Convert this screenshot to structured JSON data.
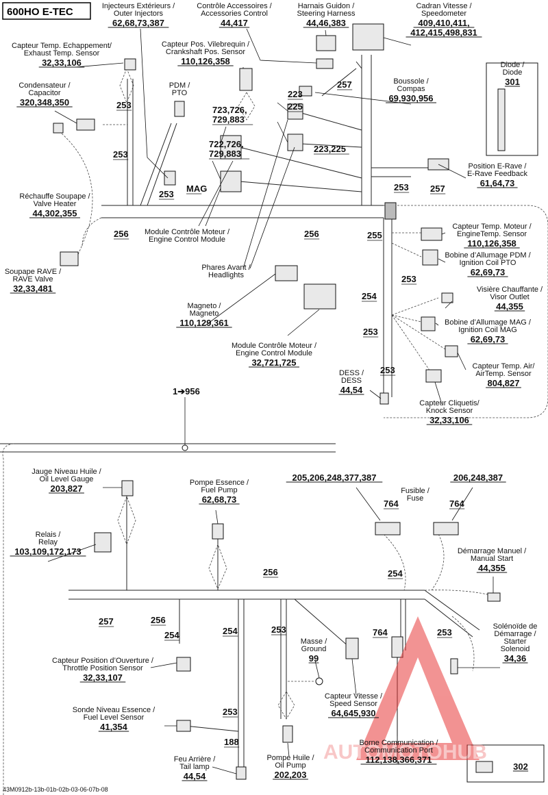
{
  "title": "600HO E-TEC",
  "footer_code": "43M0912b-13b-01b-02b-03-06-07b-08",
  "watermark": {
    "text": "AUTOMOTOHUB",
    "color": "#e83a3a"
  },
  "split_ref": "1➔956",
  "components": [
    {
      "id": "inj",
      "label": "Injecteurs Extérieurs /\nOuter Injectors",
      "refs": "62,68,73,387"
    },
    {
      "id": "acc",
      "label": "Contrôle Accessoires /\nAccessories Control",
      "refs": "44,417"
    },
    {
      "id": "steer",
      "label": "Harnais Guidon /\nSteering Harness",
      "refs": "44,46,383"
    },
    {
      "id": "speedo",
      "label": "Cadran Vitesse /\nSpeedometer",
      "refs": "409,410,411,\n412,415,498,831"
    },
    {
      "id": "exh",
      "label": "Capteur Temp. Echappement/\nExhaust Temp. Sensor",
      "refs": "32,33,106"
    },
    {
      "id": "crank",
      "label": "Capteur Pos. Vilebrequin /\nCrankshaft Pos. Sensor",
      "refs": "110,126,358"
    },
    {
      "id": "compass",
      "label": "Boussole /\nCompas",
      "refs": "69,930,956"
    },
    {
      "id": "diode",
      "label": "Diode /\nDiode",
      "refs": "301"
    },
    {
      "id": "cap",
      "label": "Condensateur /\nCapacitor",
      "refs": "320,348,350"
    },
    {
      "id": "pdm",
      "label": "PDM /\nPTO",
      "refs": ""
    },
    {
      "id": "rave_fb",
      "label": "Position E-Rave /\nE-Rave Feedback",
      "refs": "61,64,73"
    },
    {
      "id": "valve_heat",
      "label": "Réchauffe Soupape /\nValve Heater",
      "refs": "44,302,355"
    },
    {
      "id": "ecm1",
      "label": "Module Contrôle Moteur /\nEngine Control Module",
      "refs": ""
    },
    {
      "id": "eng_temp",
      "label": "Capteur Temp. Moteur /\nEngineTemp. Sensor",
      "refs": "110,126,358"
    },
    {
      "id": "coil_pto",
      "label": "Bobine d’Allumage PDM /\nIgnition Coil PTO",
      "refs": "62,69,73"
    },
    {
      "id": "rave",
      "label": "Soupape RAVE /\nRAVE Valve",
      "refs": "32,33,481"
    },
    {
      "id": "headlights",
      "label": "Phares Avant /\nHeadlights",
      "refs": ""
    },
    {
      "id": "visor",
      "label": "Visière Chauffante /\nVisor Outlet",
      "refs": "44,355"
    },
    {
      "id": "magneto",
      "label": "Magneto /\nMagneto",
      "refs": "110,129,361"
    },
    {
      "id": "coil_mag",
      "label": "Bobine d’Allumage MAG /\nIgnition Coil MAG",
      "refs": "62,69,73"
    },
    {
      "id": "ecm2",
      "label": "Module Contrôle Moteur /\nEngine Control Module",
      "refs": "32,721,725"
    },
    {
      "id": "air",
      "label": "Capteur Temp. Air/\nAirTemp. Sensor",
      "refs": "804,827"
    },
    {
      "id": "dess",
      "label": "DESS /\nDESS",
      "refs": "44,54"
    },
    {
      "id": "knock",
      "label": "Capteur Cliquetis/\nKnock Sensor",
      "refs": "32,33,106"
    },
    {
      "id": "oil_gauge",
      "label": "Jauge Niveau Huile /\nOil Level Gauge",
      "refs": "203,827"
    },
    {
      "id": "fuel_pump",
      "label": "Pompe Essence /\nFuel Pump",
      "refs": "62,68,73"
    },
    {
      "id": "fuse_l",
      "label": "",
      "refs": "205,206,248,377,387"
    },
    {
      "id": "fuse",
      "label": "Fusible /\nFuse",
      "refs": ""
    },
    {
      "id": "fuse_r",
      "label": "",
      "refs": "206,248,387"
    },
    {
      "id": "relay",
      "label": "Relais /\nRelay",
      "refs": "103,109,172,173"
    },
    {
      "id": "manual",
      "label": "Démarrage Manuel /\nManual Start",
      "refs": "44,355"
    },
    {
      "id": "tps",
      "label": "Capteur Position d’Ouverture /\nThrottle Position Sensor",
      "refs": "32,33,107"
    },
    {
      "id": "ground",
      "label": "Masse /\nGround",
      "refs": "99"
    },
    {
      "id": "starter",
      "label": "Solénoïde de\nDémarrage /\nStarter\nSolenoid",
      "refs": "34,36"
    },
    {
      "id": "fuel_level",
      "label": "Sonde Niveau Essence /\nFuel Level Sensor",
      "refs": "41,354"
    },
    {
      "id": "speed_sensor",
      "label": "Capteur Vitesse /\nSpeed Sensor",
      "refs": "64,645,930"
    },
    {
      "id": "tail",
      "label": "Feu Arrière /\nTail lamp",
      "refs": "44,54"
    },
    {
      "id": "oil_pump",
      "label": "Pompe Huile /\nOil Pump",
      "refs": "202,203"
    },
    {
      "id": "comm",
      "label": "Borne Communication /\nCommunication Port",
      "refs": "112,138,366,371"
    },
    {
      "id": "box302",
      "label": "",
      "refs": "302"
    }
  ],
  "harness_tags": [
    {
      "id": "t253a",
      "text": "253"
    },
    {
      "id": "t253b",
      "text": "253"
    },
    {
      "id": "t253c",
      "text": "253"
    },
    {
      "id": "t257a",
      "text": "257"
    },
    {
      "id": "t223",
      "text": "223"
    },
    {
      "id": "t225",
      "text": "225"
    },
    {
      "id": "t723",
      "text": "723,726,\n729,883"
    },
    {
      "id": "t722",
      "text": "722,726,\n729,883"
    },
    {
      "id": "t223b",
      "text": "223,225"
    },
    {
      "id": "tmag",
      "text": "MAG"
    },
    {
      "id": "t253d",
      "text": "253"
    },
    {
      "id": "t257b",
      "text": "257"
    },
    {
      "id": "t256a",
      "text": "256"
    },
    {
      "id": "t256b",
      "text": "256"
    },
    {
      "id": "t255",
      "text": "255"
    },
    {
      "id": "t253e",
      "text": "253"
    },
    {
      "id": "t254a",
      "text": "254"
    },
    {
      "id": "t253f",
      "text": "253"
    },
    {
      "id": "t253g",
      "text": "253"
    },
    {
      "id": "t764a",
      "text": "764"
    },
    {
      "id": "t764b",
      "text": "764"
    },
    {
      "id": "t256c",
      "text": "256"
    },
    {
      "id": "t254b",
      "text": "254"
    },
    {
      "id": "t257c",
      "text": "257"
    },
    {
      "id": "t256d",
      "text": "256"
    },
    {
      "id": "t254c",
      "text": "254"
    },
    {
      "id": "t254d",
      "text": "254"
    },
    {
      "id": "t253h",
      "text": "253"
    },
    {
      "id": "t764c",
      "text": "764"
    },
    {
      "id": "t253i",
      "text": "253"
    },
    {
      "id": "t253j",
      "text": "253"
    },
    {
      "id": "t188",
      "text": "188"
    }
  ]
}
